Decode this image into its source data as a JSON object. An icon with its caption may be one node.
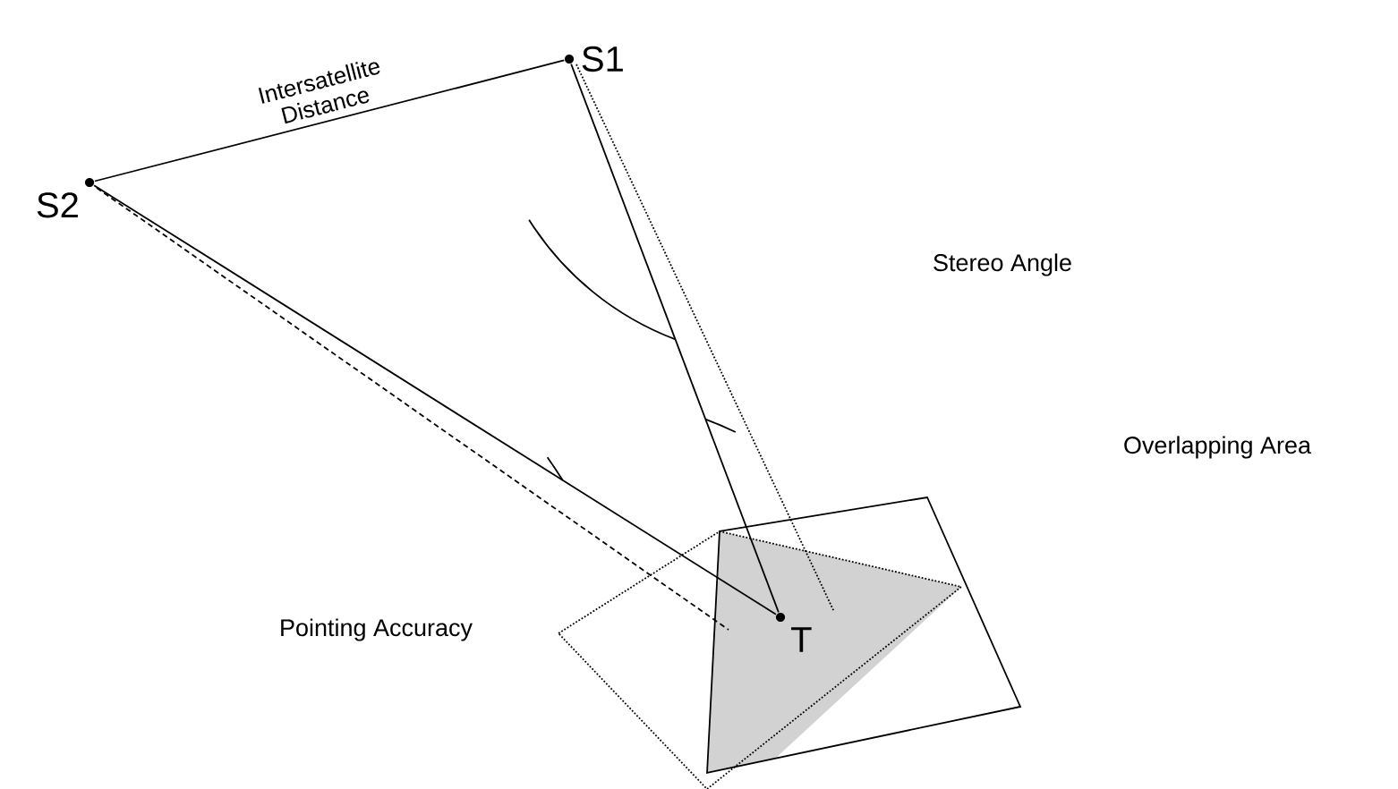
{
  "diagram": {
    "nodes": [
      {
        "text": [
          "S1"
        ]
      },
      {
        "text": [
          "S2"
        ]
      },
      {
        "text": [
          "T"
        ]
      }
    ],
    "edges": [
      {
        "from": 1,
        "to": 0,
        "arrow": "none",
        "label": "Intersatellite Distance"
      },
      {
        "from": 0,
        "to": 2,
        "arrow": "none"
      },
      {
        "from": 1,
        "to": 2,
        "arrow": "none"
      }
    ],
    "labels": [
      "Stereo Angle",
      "Overlapping Area",
      "Pointing Accuracy"
    ]
  }
}
